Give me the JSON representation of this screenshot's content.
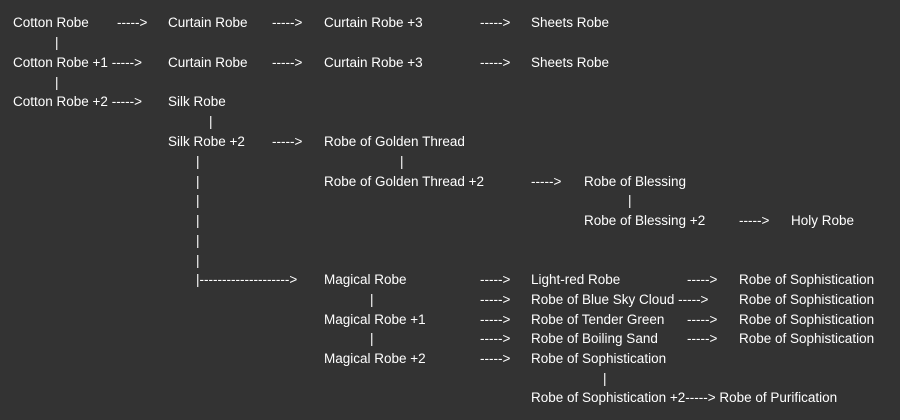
{
  "rows": [
    [
      "Cotton Robe",
      "----->",
      "Curtain Robe",
      "----->",
      "Curtain Robe +3",
      "----->",
      "Sheets Robe"
    ],
    [
      "|"
    ],
    [
      "Cotton Robe +1 ----->",
      "Curtain Robe",
      "----->",
      "Curtain Robe +3",
      "----->",
      "Sheets Robe"
    ],
    [
      "|"
    ],
    [
      "Cotton Robe +2 ----->",
      "Silk Robe"
    ],
    [
      "|"
    ],
    [
      "Silk Robe +2",
      "----->",
      "Robe of Golden Thread"
    ],
    [
      "|",
      "|"
    ],
    [
      "|",
      "Robe of Golden Thread +2",
      "----->",
      "Robe of Blessing"
    ],
    [
      "|",
      "|"
    ],
    [
      "|",
      "Robe of Blessing +2",
      "----->",
      "Holy Robe"
    ],
    [
      "|"
    ],
    [
      "|"
    ],
    [
      "|-------------------->",
      "Magical Robe",
      "----->",
      "Light-red Robe",
      "----->",
      "Robe of Sophistication"
    ],
    [
      "|",
      "----->",
      "Robe of Blue Sky Cloud ----->",
      "Robe of Sophistication"
    ],
    [
      "Magical Robe +1",
      "----->",
      "Robe of Tender Green",
      "----->",
      "Robe of Sophistication"
    ],
    [
      "|",
      "----->",
      "Robe of Boiling Sand",
      "----->",
      "Robe of Sophistication"
    ],
    [
      "Magical Robe +2",
      "----->",
      "Robe of Sophistication"
    ],
    [
      "|"
    ],
    [
      "Robe of Sophistication +2-----> Robe of Purification"
    ]
  ]
}
